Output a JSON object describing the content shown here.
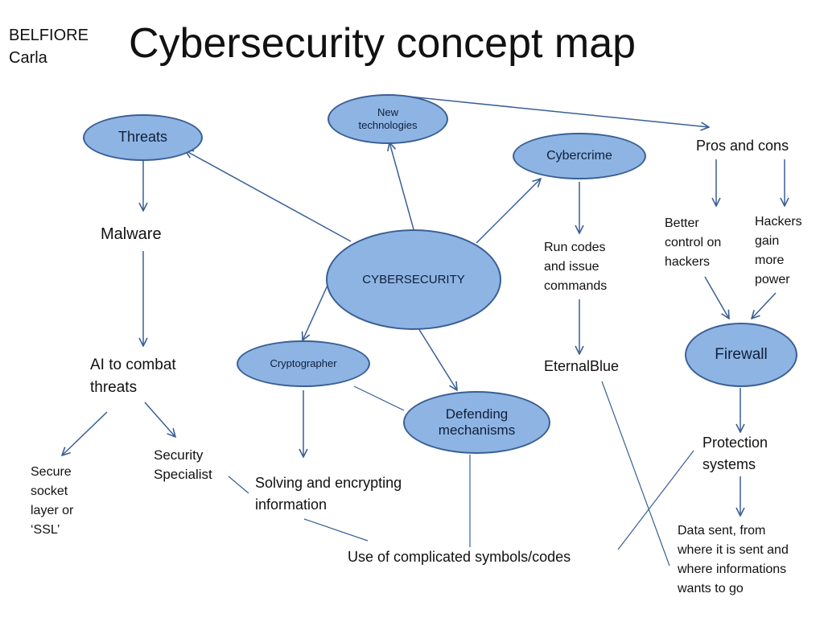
{
  "author": {
    "line1": "BELFIORE",
    "line2": "Carla"
  },
  "title": "Cybersecurity concept map",
  "colors": {
    "node_fill": "#8eb4e3",
    "node_border": "#3a5f95",
    "edge": "#3a5f95"
  },
  "nodes": {
    "cybersecurity": "CYBERSECURITY",
    "threats": "Threats",
    "new_technologies": {
      "line1": "New",
      "line2": "technologies"
    },
    "cybercrime": "Cybercrime",
    "cryptographer": "Cryptographer",
    "defending_mechanisms": {
      "line1": "Defending",
      "line2": "mechanisms"
    },
    "firewall": "Firewall"
  },
  "labels": {
    "malware": "Malware",
    "ai": {
      "line1": "AI to combat",
      "line2": "threats"
    },
    "ssl": {
      "line1": "Secure",
      "line2": "socket",
      "line3": "layer or",
      "line4": "‘SSL’"
    },
    "security_specialist": {
      "line1": "Security",
      "line2": "Specialist"
    },
    "solving": {
      "line1": "Solving and encrypting",
      "line2": "information"
    },
    "symbols": "Use of complicated symbols/codes",
    "run_codes": {
      "line1": "Run codes",
      "line2": "and issue",
      "line3": "commands"
    },
    "eternalblue": "EternalBlue",
    "pros_cons": "Pros and cons",
    "better_control": {
      "line1": "Better",
      "line2": "control on",
      "line3": "hackers"
    },
    "hackers_gain": {
      "line1": "Hackers",
      "line2": "gain",
      "line3": "more",
      "line4": "power"
    },
    "protection": {
      "line1": "Protection",
      "line2": "systems"
    },
    "data_sent": {
      "line1": "Data sent, from",
      "line2": "where it is sent and",
      "line3": "where informations",
      "line4": "wants to go"
    }
  }
}
